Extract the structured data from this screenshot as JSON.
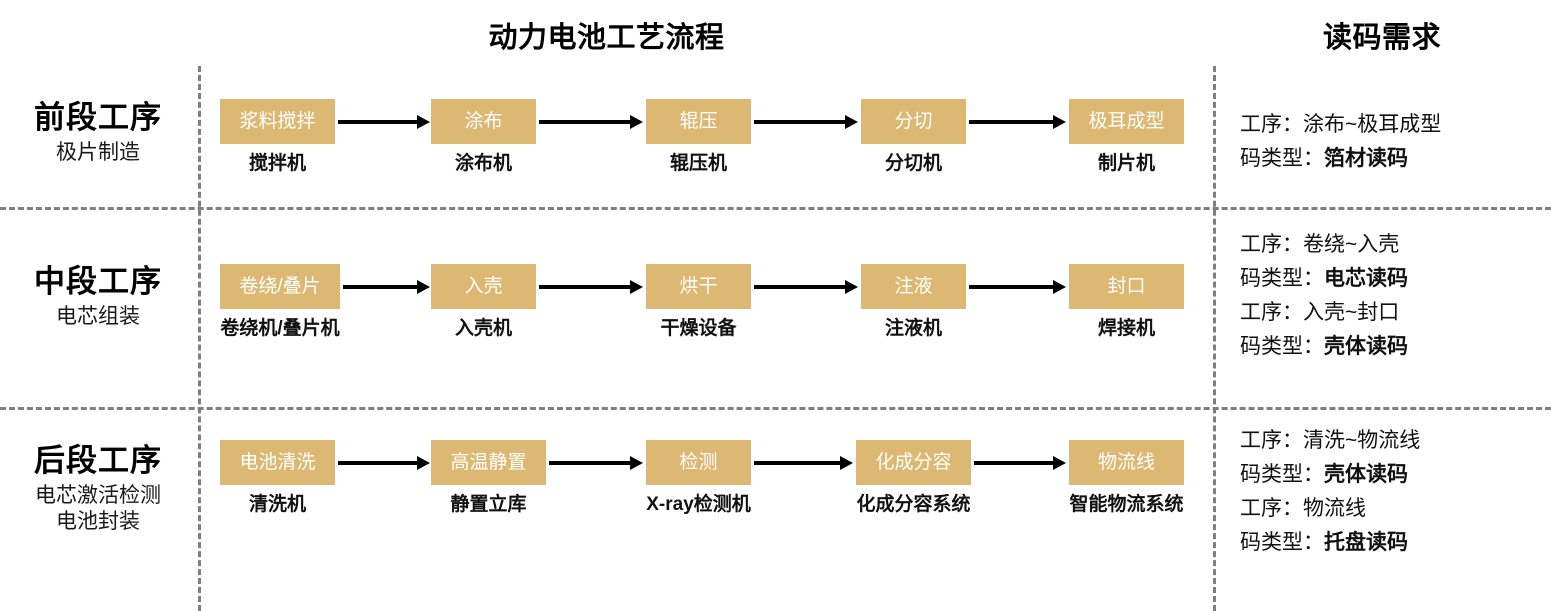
{
  "headers": {
    "flow_title": "动力电池工艺流程",
    "requirement_title": "读码需求"
  },
  "colors": {
    "node_fill": "#ddb873",
    "node_text": "#ffffff",
    "divider": "#7f7f7f",
    "arrow": "#000000",
    "text": "#111111"
  },
  "stages": [
    {
      "id": "front",
      "title": "前段工序",
      "subtitle": "极片制造",
      "nodes": [
        {
          "name": "浆料搅拌",
          "equipment": "搅拌机"
        },
        {
          "name": "涂布",
          "equipment": "涂布机"
        },
        {
          "name": "辊压",
          "equipment": "辊压机"
        },
        {
          "name": "分切",
          "equipment": "分切机"
        },
        {
          "name": "极耳成型",
          "equipment": "制片机"
        }
      ],
      "requirements": [
        {
          "process_label": "工序：",
          "process_value": "涂布~极耳成型",
          "code_label": "码类型：",
          "code_value": "箔材读码"
        }
      ]
    },
    {
      "id": "middle",
      "title": "中段工序",
      "subtitle": "电芯组装",
      "nodes": [
        {
          "name": "卷绕/叠片",
          "equipment": "卷绕机/叠片机"
        },
        {
          "name": "入壳",
          "equipment": "入壳机"
        },
        {
          "name": "烘干",
          "equipment": "干燥设备"
        },
        {
          "name": "注液",
          "equipment": "注液机"
        },
        {
          "name": "封口",
          "equipment": "焊接机"
        }
      ],
      "requirements": [
        {
          "process_label": "工序：",
          "process_value": "卷绕~入壳",
          "code_label": "码类型：",
          "code_value": "电芯读码"
        },
        {
          "process_label": "工序：",
          "process_value": "入壳~封口",
          "code_label": "码类型：",
          "code_value": "壳体读码"
        }
      ]
    },
    {
      "id": "back",
      "title": "后段工序",
      "subtitle": "电芯激活检测\n电池封装",
      "subtitle_line1": "电芯激活检测",
      "subtitle_line2": "电池封装",
      "nodes": [
        {
          "name": "电池清洗",
          "equipment": "清洗机"
        },
        {
          "name": "高温静置",
          "equipment": "静置立库"
        },
        {
          "name": "检测",
          "equipment": "X-ray检测机"
        },
        {
          "name": "化成分容",
          "equipment": "化成分容系统"
        },
        {
          "name": "物流线",
          "equipment": "智能物流系统"
        }
      ],
      "requirements": [
        {
          "process_label": "工序：",
          "process_value": "清洗~物流线",
          "code_label": "码类型：",
          "code_value": "壳体读码"
        },
        {
          "process_label": "工序：",
          "process_value": "物流线",
          "code_label": "码类型：",
          "code_value": "托盘读码"
        }
      ]
    }
  ]
}
